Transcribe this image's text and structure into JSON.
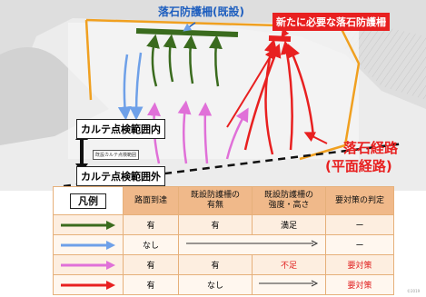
{
  "map": {
    "existing_fence_label": "落石防護柵(既設)",
    "new_fence_label": "新たに必要な落石防護柵",
    "inside_range_label": "カルテ点検範囲内",
    "outside_range_label": "カルテ点検範囲外",
    "small_sign_label": "既設カルテ点検範囲",
    "route_title_line1": "落石経路",
    "route_title_line2": "(平面経路)",
    "corner_mark": "©2019"
  },
  "legend": {
    "title": "凡例",
    "headers": [
      "路面到達",
      "既設防護柵の\n有無",
      "既設防護柵の\n強度・高さ",
      "要対策の判定"
    ],
    "rows": [
      {
        "arrow_color": "#3a6b1e",
        "road": "有",
        "fence": "有",
        "strength": "満足",
        "judgement": "ー",
        "red": false
      },
      {
        "arrow_color": "#6ea0e8",
        "road": "なし",
        "fence": "",
        "strength": "",
        "judgement": "ー",
        "red": false
      },
      {
        "arrow_color": "#e070d8",
        "road": "有",
        "fence": "有",
        "strength": "不足",
        "judgement": "要対策",
        "red": true
      },
      {
        "arrow_color": "#e82020",
        "road": "有",
        "fence": "なし",
        "strength": "",
        "judgement": "要対策",
        "red": true
      }
    ]
  },
  "colors": {
    "green": "#3a6b1e",
    "blue": "#6ea0e8",
    "pink": "#e070d8",
    "red": "#e82020",
    "orange": "#f0a020",
    "label_blue": "#1f5fbf"
  }
}
